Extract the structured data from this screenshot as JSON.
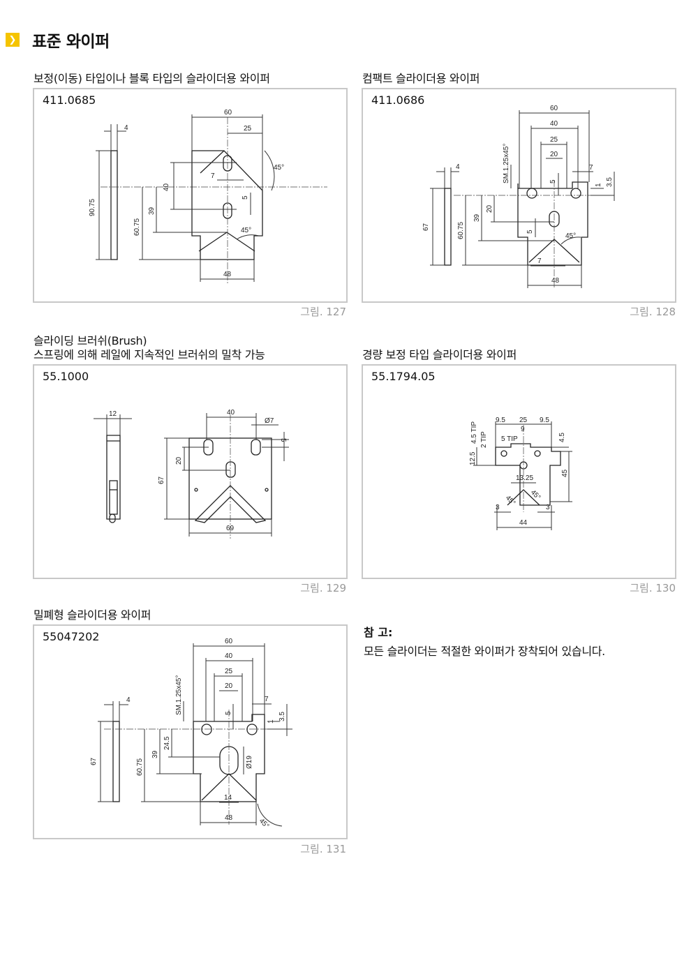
{
  "header": {
    "icon": "chevron-right-icon",
    "title": "표준 와이퍼"
  },
  "sections": [
    {
      "title": "보정(이동) 타입이나 블록 타입의 슬라이더용 와이퍼",
      "part_no": "411.0685",
      "caption": "그림. 127",
      "dims": [
        "4",
        "60",
        "25",
        "45°",
        "7",
        "40",
        "5",
        "90.75",
        "60.75",
        "39",
        "45°",
        "48"
      ]
    },
    {
      "title": "컴팩트 슬라이더용 와이퍼",
      "part_no": "411.0686",
      "caption": "그림. 128",
      "dims": [
        "60",
        "40",
        "25",
        "20",
        "SM.1.25x45°",
        "4",
        "7",
        "5",
        "1",
        "3.5",
        "20",
        "39",
        "60.75",
        "67",
        "5",
        "45°",
        "7",
        "48"
      ]
    },
    {
      "title_line1": "슬라이딩 브러쉬(Brush)",
      "title_line2": "스프링에 의해 레일에 지속적인 브러쉬의 밀착 가능",
      "part_no": "55.1000",
      "caption": "그림. 129",
      "dims": [
        "12",
        "40",
        "Ø7",
        "5",
        "20",
        "67",
        "69"
      ]
    },
    {
      "title": "경량 보정 타입 슬라이더용 와이퍼",
      "part_no": "55.1794.05",
      "caption": "그림. 130",
      "dims": [
        "9.5",
        "25",
        "9.5",
        "4.5 TIP",
        "9",
        "2 TIP",
        "5 TIP",
        "4.5",
        "12.5",
        "45",
        "13.25",
        "45°",
        "45°",
        "3",
        "3",
        "44"
      ]
    },
    {
      "title": "밀폐형 슬라이더용 와이퍼",
      "part_no": "55047202",
      "caption": "그림. 131",
      "dims": [
        "60",
        "40",
        "25",
        "20",
        "SM.1.25x45°",
        "4",
        "7",
        "5",
        "1",
        "3.5",
        "24.5",
        "39",
        "60.75",
        "67",
        "Ø19",
        "14",
        "48",
        "45°"
      ]
    }
  ],
  "note": {
    "title": "참 고:",
    "text": "모든 슬라이더는 적절한 와이퍼가 장착되어 있습니다."
  }
}
